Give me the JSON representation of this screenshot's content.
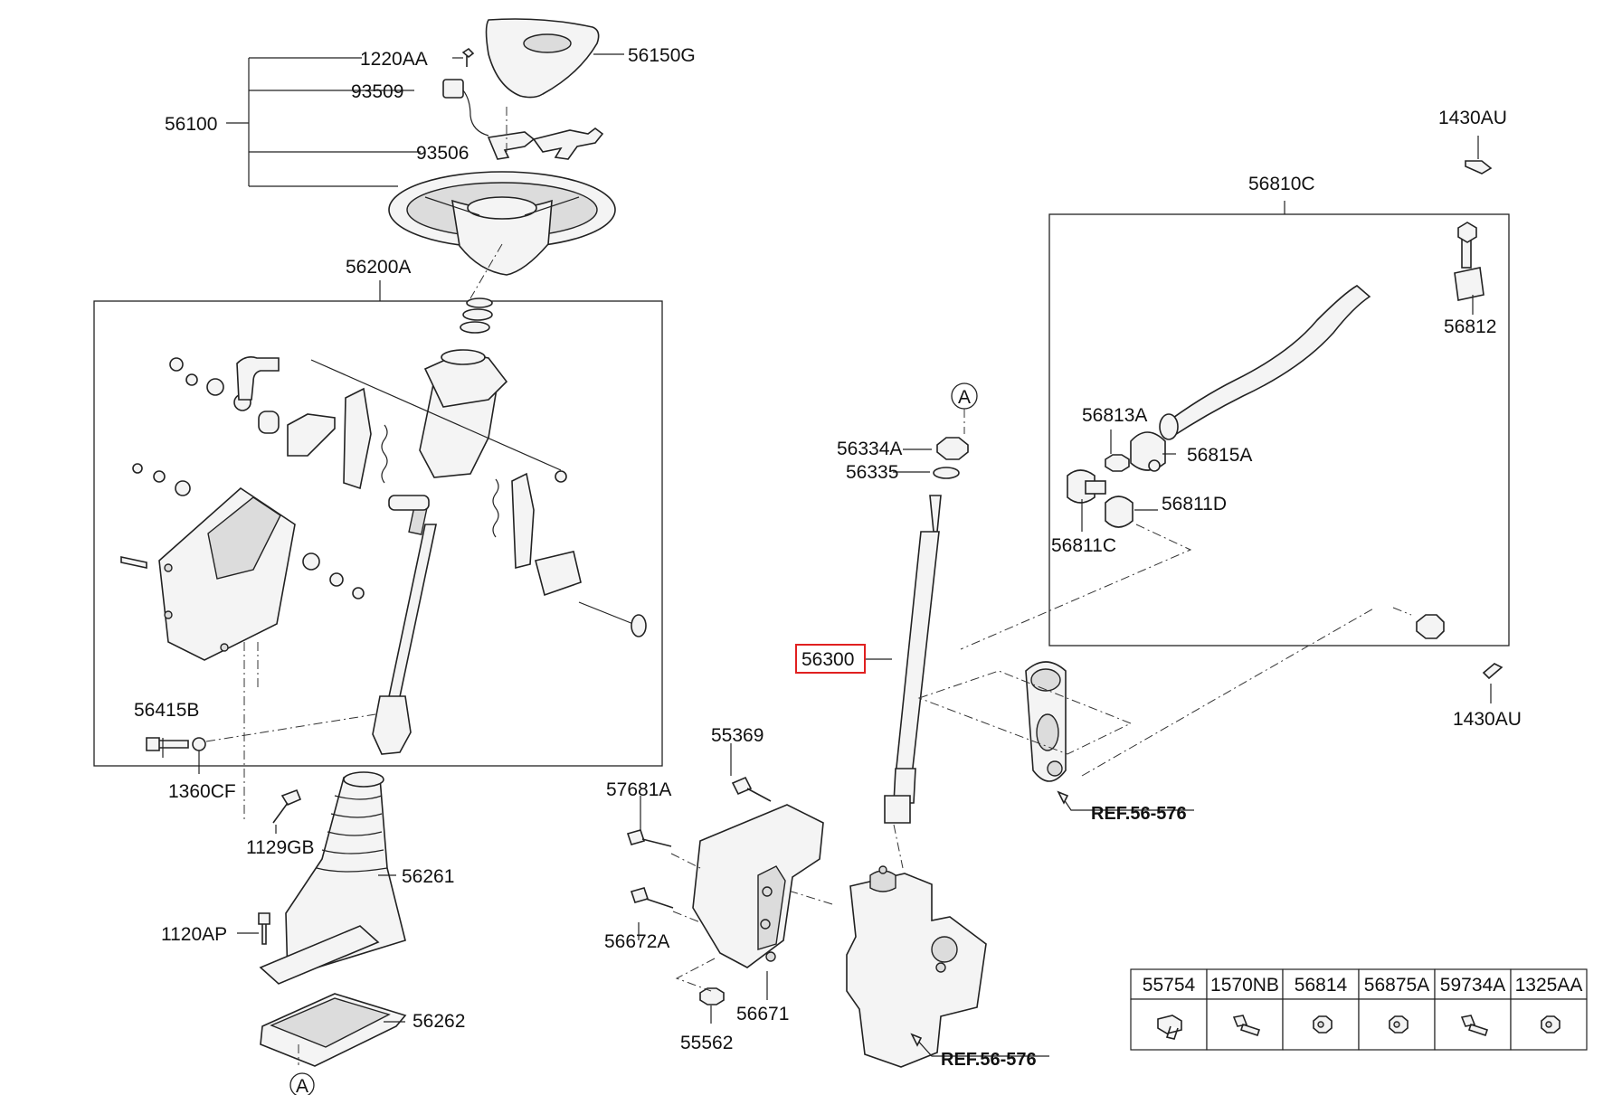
{
  "labels": {
    "l_1220AA": "1220AA",
    "l_56150G": "56150G",
    "l_93509": "93509",
    "l_56100": "56100",
    "l_93506": "93506",
    "l_56200A": "56200A",
    "l_1430AU_top": "1430AU",
    "l_56810C": "56810C",
    "l_56812": "56812",
    "l_56813A": "56813A",
    "l_56815A": "56815A",
    "l_56811D": "56811D",
    "l_56811C": "56811C",
    "l_56334A": "56334A",
    "l_56335": "56335",
    "l_A_top": "A",
    "l_56300": "56300",
    "l_1430AU_bottom": "1430AU",
    "l_56415B": "56415B",
    "l_1360CF": "1360CF",
    "l_1129GB": "1129GB",
    "l_55369": "55369",
    "l_57681A": "57681A",
    "l_56261": "56261",
    "l_1120AP": "1120AP",
    "l_56262": "56262",
    "l_A_bottom": "A",
    "l_56672A": "56672A",
    "l_56671": "56671",
    "l_55562": "55562"
  },
  "references": {
    "ref_upper": "REF.56-576",
    "ref_lower": "REF.56-576"
  },
  "highlighted_part": "56300",
  "highlight_color": "#e02020",
  "parts_table": {
    "headers": [
      "55754",
      "1570NB",
      "56814",
      "56875A",
      "59734A",
      "1325AA"
    ],
    "icons": [
      "pin-icon",
      "bolt-icon",
      "nut-icon",
      "nut-icon",
      "bolt-icon",
      "nut-icon"
    ]
  }
}
